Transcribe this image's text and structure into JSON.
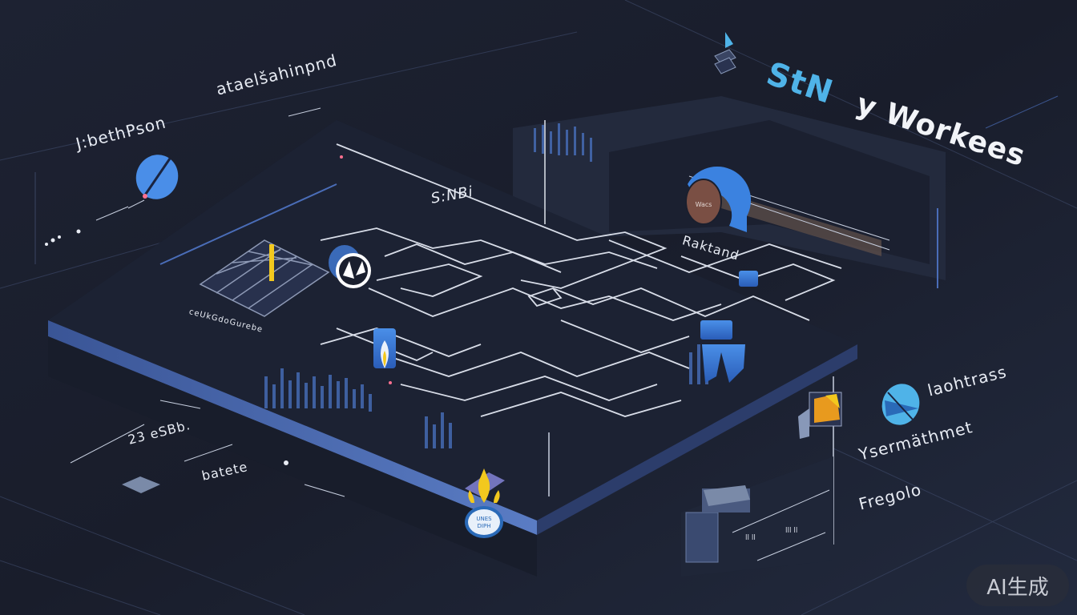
{
  "title": {
    "part_a": "StN",
    "part_b": "y Workees"
  },
  "labels": {
    "top_left_1": "J:bethPson",
    "top_left_2": "ataelšahinpnd",
    "center_top": "S:NBi",
    "right_center": "Raktand",
    "left_mid": "ceUkGdoGurebe",
    "bottom_left_1": "23 eSBb.",
    "bottom_left_2": "batete",
    "right_1": "laohtrass",
    "right_2": "Ysermäthmet",
    "right_3": "Fregolo",
    "coin_text": "Wacs",
    "flame_badge": "UNES DIPH"
  },
  "watermark": "AI生成",
  "colors": {
    "background": "#1a1f2e",
    "platform": "#1c2233",
    "platform_edge": "#3d5a9e",
    "accent_blue": "#3b82e0",
    "accent_cyan": "#4fb3e8",
    "circuit_line": "#d8dde8",
    "flame": "#f2c81e",
    "coin": "#7a4f44",
    "orange": "#e89a1e"
  }
}
